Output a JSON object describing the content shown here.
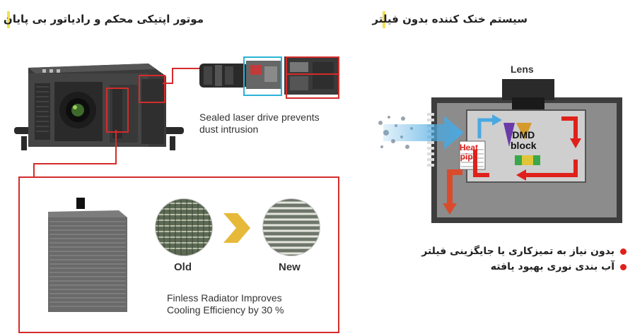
{
  "left": {
    "title": "موتور اپتیکی محکم و رادیاتور بی پایان",
    "laser_caption_line1": "Sealed laser drive prevents",
    "laser_caption_line2": "dust intrusion",
    "compare_old_label": "Old",
    "compare_new_label": "New",
    "radiator_caption_line1": "Finless Radiator Improves",
    "radiator_caption_line2": "Cooling Efficiency by 30 %"
  },
  "right": {
    "title": "سیستم خنک کننده بدون فیلتر",
    "lens_label": "Lens",
    "dmd_label_line1": "DMD",
    "dmd_label_line2": "block",
    "heat_pipe_line1": "Heat",
    "heat_pipe_line2": "pipe",
    "bullets": [
      "بدون نیاز به تمیزکاری یا جایگزینی فیلتر",
      "آب بندی نوری بهبود یافته"
    ]
  },
  "colors": {
    "accent_yellow": "#f2e24b",
    "border_red": "#d42b2b",
    "airflow_blue": "#4aa8e0",
    "heat_red": "#e0211b",
    "arrow_gold": "#e6b93a"
  }
}
